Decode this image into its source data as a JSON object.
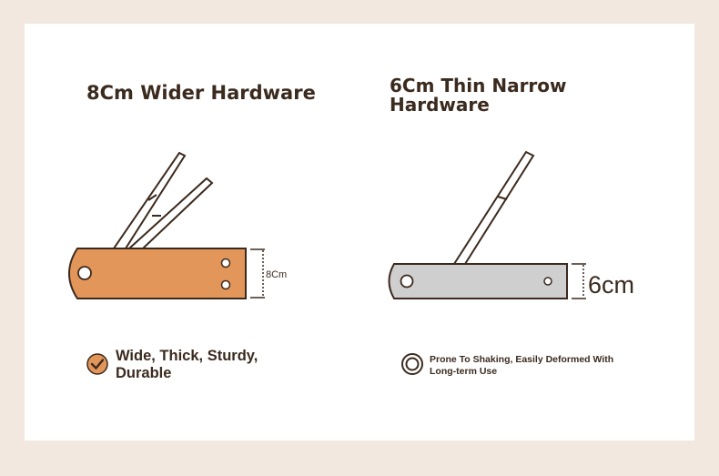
{
  "colors": {
    "background": "#f2e8df",
    "card": "#ffffff",
    "text": "#3b2a1e",
    "wide_plate": "#e3965a",
    "narrow_plate": "#cfcfcf",
    "outline": "#3b2a1e"
  },
  "left": {
    "title": "8Cm Wider Hardware",
    "dimension_label": "8Cm",
    "note": "Wide, Thick, Sturdy, Durable",
    "note_icon": "check-circle-icon"
  },
  "right": {
    "title": "6Cm Thin Narrow Hardware",
    "dimension_label": "6cm",
    "note": "Prone To Shaking, Easily Deformed With Long-term Use",
    "note_icon": "ring-circle-icon"
  }
}
